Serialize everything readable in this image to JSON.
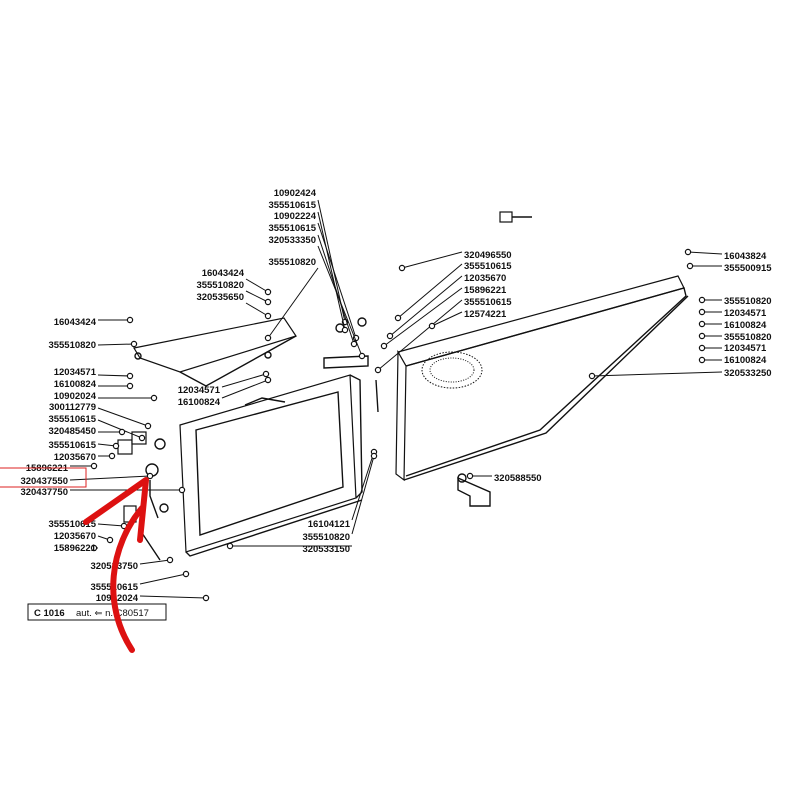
{
  "callouts": [
    {
      "part_number": "10902424"
    },
    {
      "part_number": "355510615"
    },
    {
      "part_number": "10902224"
    },
    {
      "part_number": "355510615"
    },
    {
      "part_number": "320533350"
    },
    {
      "part_number": "355510820"
    },
    {
      "part_number": "16043424"
    },
    {
      "part_number": "355510820"
    },
    {
      "part_number": "320535650"
    },
    {
      "part_number": "16043424"
    },
    {
      "part_number": "355510820"
    },
    {
      "part_number": "12034571"
    },
    {
      "part_number": "16100824"
    },
    {
      "part_number": "12034571"
    },
    {
      "part_number": "16100824"
    },
    {
      "part_number": "10902024"
    },
    {
      "part_number": "300112779"
    },
    {
      "part_number": "355510615"
    },
    {
      "part_number": "320485450"
    },
    {
      "part_number": "355510615"
    },
    {
      "part_number": "12035670"
    },
    {
      "part_number": "15896221"
    },
    {
      "part_number": "320437550"
    },
    {
      "part_number": "320437750"
    },
    {
      "part_number": "355510615"
    },
    {
      "part_number": "12035670"
    },
    {
      "part_number": "15896221"
    },
    {
      "part_number": "320533750"
    },
    {
      "part_number": "355510615"
    },
    {
      "part_number": "10902024"
    },
    {
      "part_number": "320496550"
    },
    {
      "part_number": "355510615"
    },
    {
      "part_number": "12035670"
    },
    {
      "part_number": "15896221"
    },
    {
      "part_number": "355510615"
    },
    {
      "part_number": "12574221"
    },
    {
      "part_number": "16043824"
    },
    {
      "part_number": "355500915"
    },
    {
      "part_number": "355510820"
    },
    {
      "part_number": "12034571"
    },
    {
      "part_number": "16100824"
    },
    {
      "part_number": "355510820"
    },
    {
      "part_number": "12034571"
    },
    {
      "part_number": "16100824"
    },
    {
      "part_number": "320533250"
    },
    {
      "part_number": "320588550"
    },
    {
      "part_number": "16104121"
    },
    {
      "part_number": "355510820"
    },
    {
      "part_number": "320533150"
    }
  ],
  "footer": {
    "code": "C 1016",
    "note": "aut. ⇐ n. C80517"
  },
  "annotation": {
    "arrow_color": "#dd1111",
    "highlight_color": "#dd2222"
  }
}
